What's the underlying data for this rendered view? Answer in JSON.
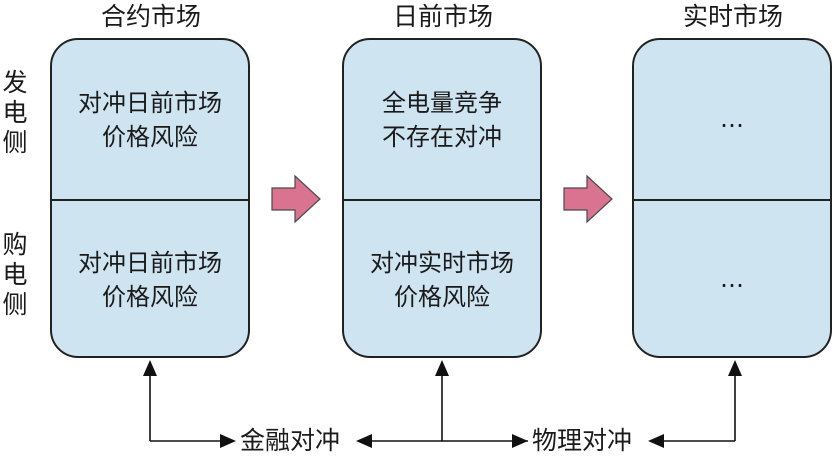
{
  "colors": {
    "panel_fill": "#cfe4f1",
    "panel_stroke": "#222222",
    "flow_arrow": "#d9738f"
  },
  "markets": [
    {
      "title": "合约市场",
      "top_lines": [
        "对冲日前市场",
        "价格风险"
      ],
      "bottom_lines": [
        "对冲日前市场",
        "价格风险"
      ]
    },
    {
      "title": "日前市场",
      "top_lines": [
        "全电量竞争",
        "不存在对冲"
      ],
      "bottom_lines": [
        "对冲实时市场",
        "价格风险"
      ]
    },
    {
      "title": "实时市场",
      "top_lines": [
        "…"
      ],
      "bottom_lines": [
        "…"
      ]
    }
  ],
  "side_labels": {
    "generation": [
      "发",
      "电",
      "侧"
    ],
    "purchase": [
      "购",
      "电",
      "侧"
    ]
  },
  "hedge_labels": {
    "financial": "金融对冲",
    "physical": "物理对冲"
  }
}
